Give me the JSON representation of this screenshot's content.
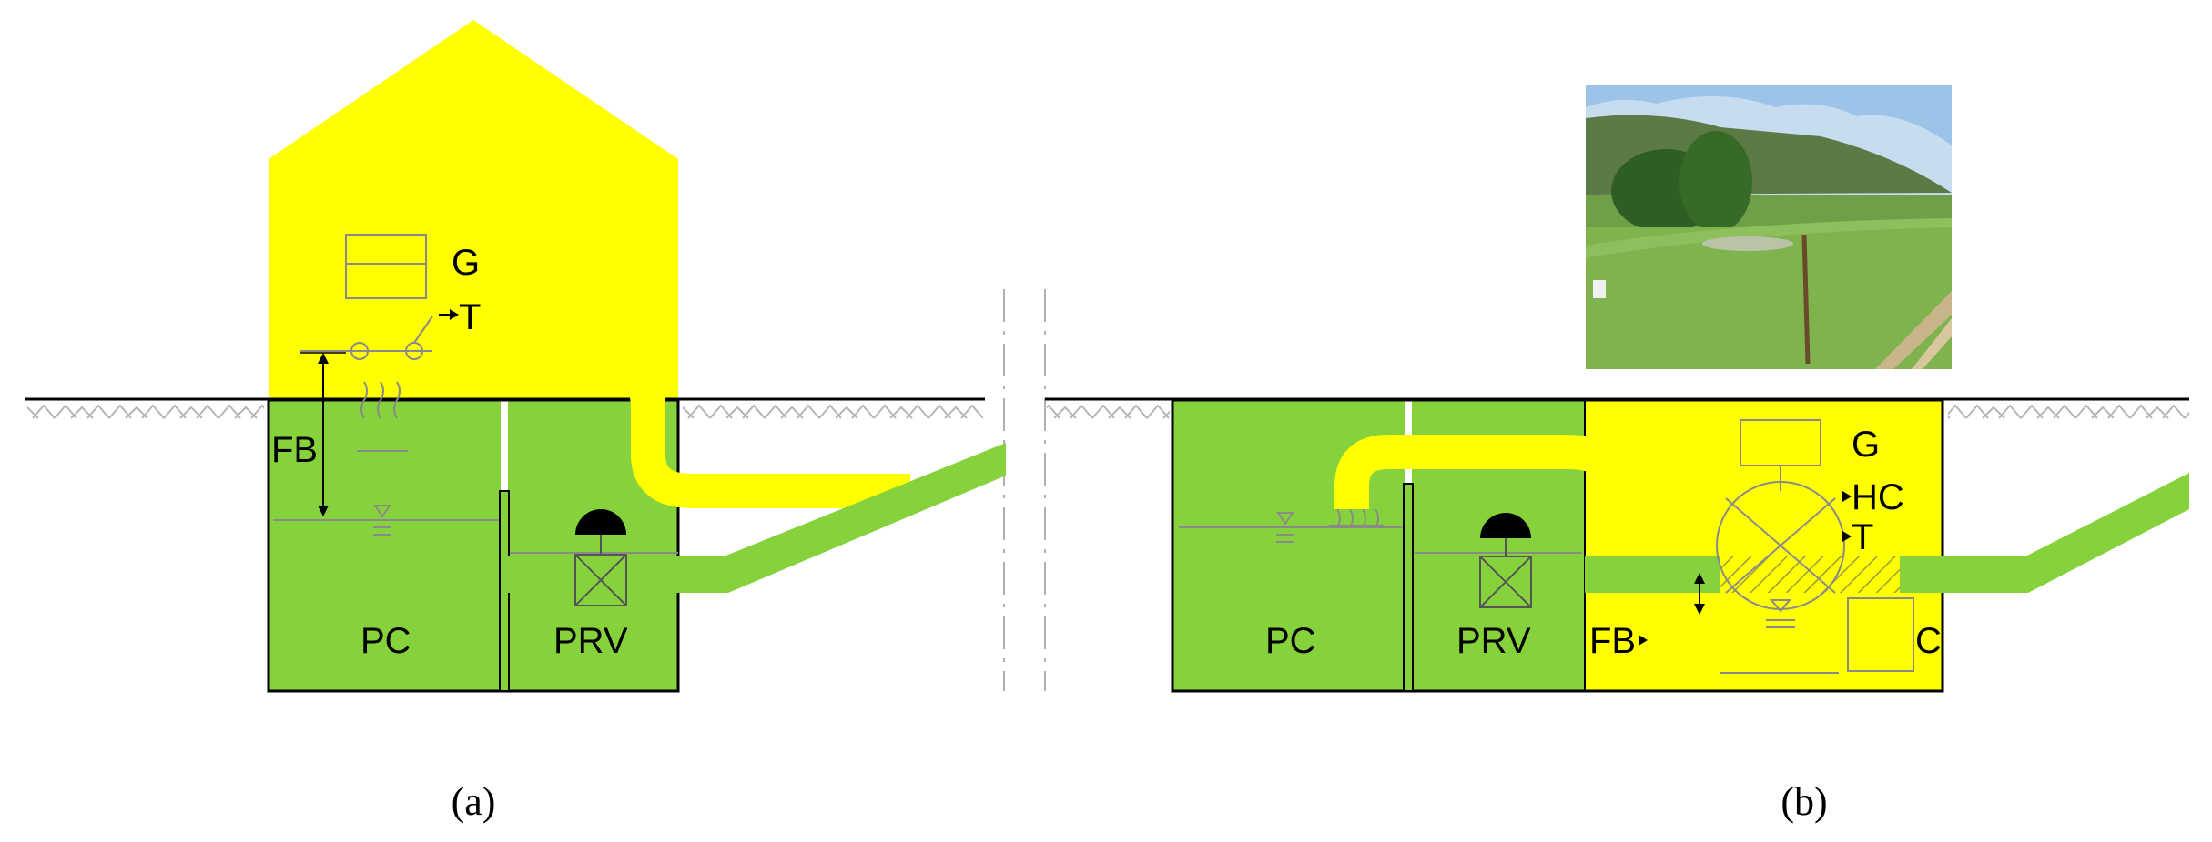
{
  "colors": {
    "yellow": "#FFFF00",
    "green": "#86D23C",
    "ground_line": "#000000",
    "faint_line": "#8a8a8a"
  },
  "panel_a": {
    "caption": "(a)",
    "labels": {
      "g": "G",
      "t": "T",
      "fb": "FB",
      "pc": "PC",
      "prv": "PRV"
    }
  },
  "panel_b": {
    "caption": "(b)",
    "labels": {
      "g": "G",
      "hc": "HC",
      "t": "T",
      "fb": "FB",
      "pc": "PC",
      "prv": "PRV",
      "c": "C"
    }
  }
}
